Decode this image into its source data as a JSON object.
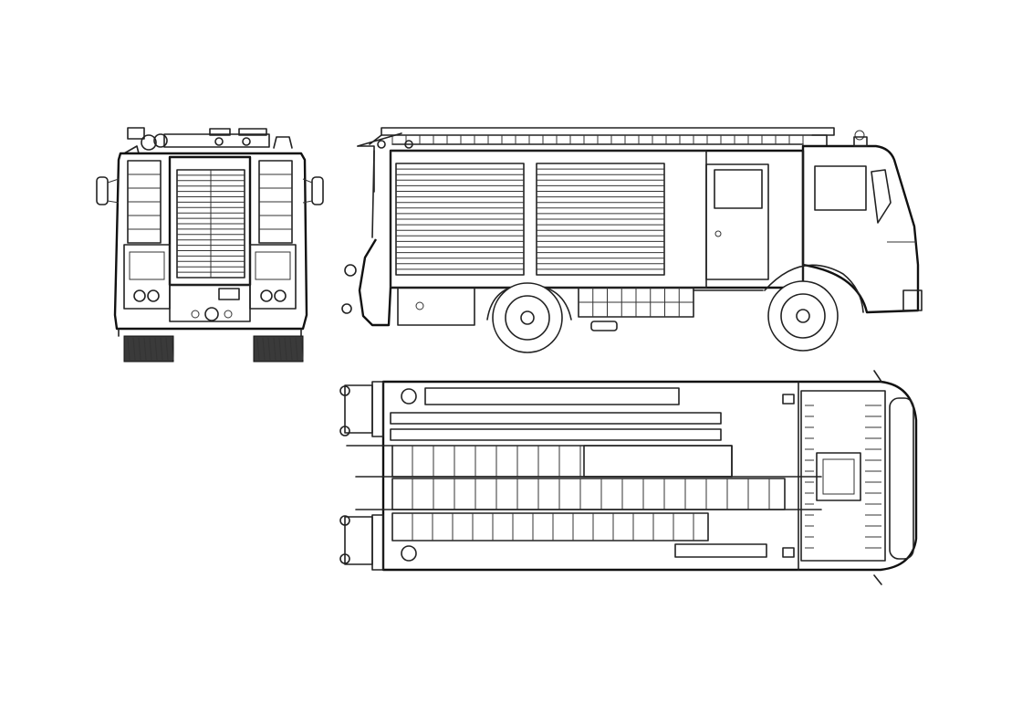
{
  "drawing": {
    "subject": "fire-engine",
    "views": [
      "rear",
      "side",
      "top"
    ],
    "stroke_color": "#222222",
    "background_color": "#ffffff",
    "tire_color": "#3a3a3a",
    "shutter_slats_rear": 20,
    "shutter_slats_side": 20,
    "locker_compartments_side": 8,
    "ladder_rungs_side": 30
  }
}
